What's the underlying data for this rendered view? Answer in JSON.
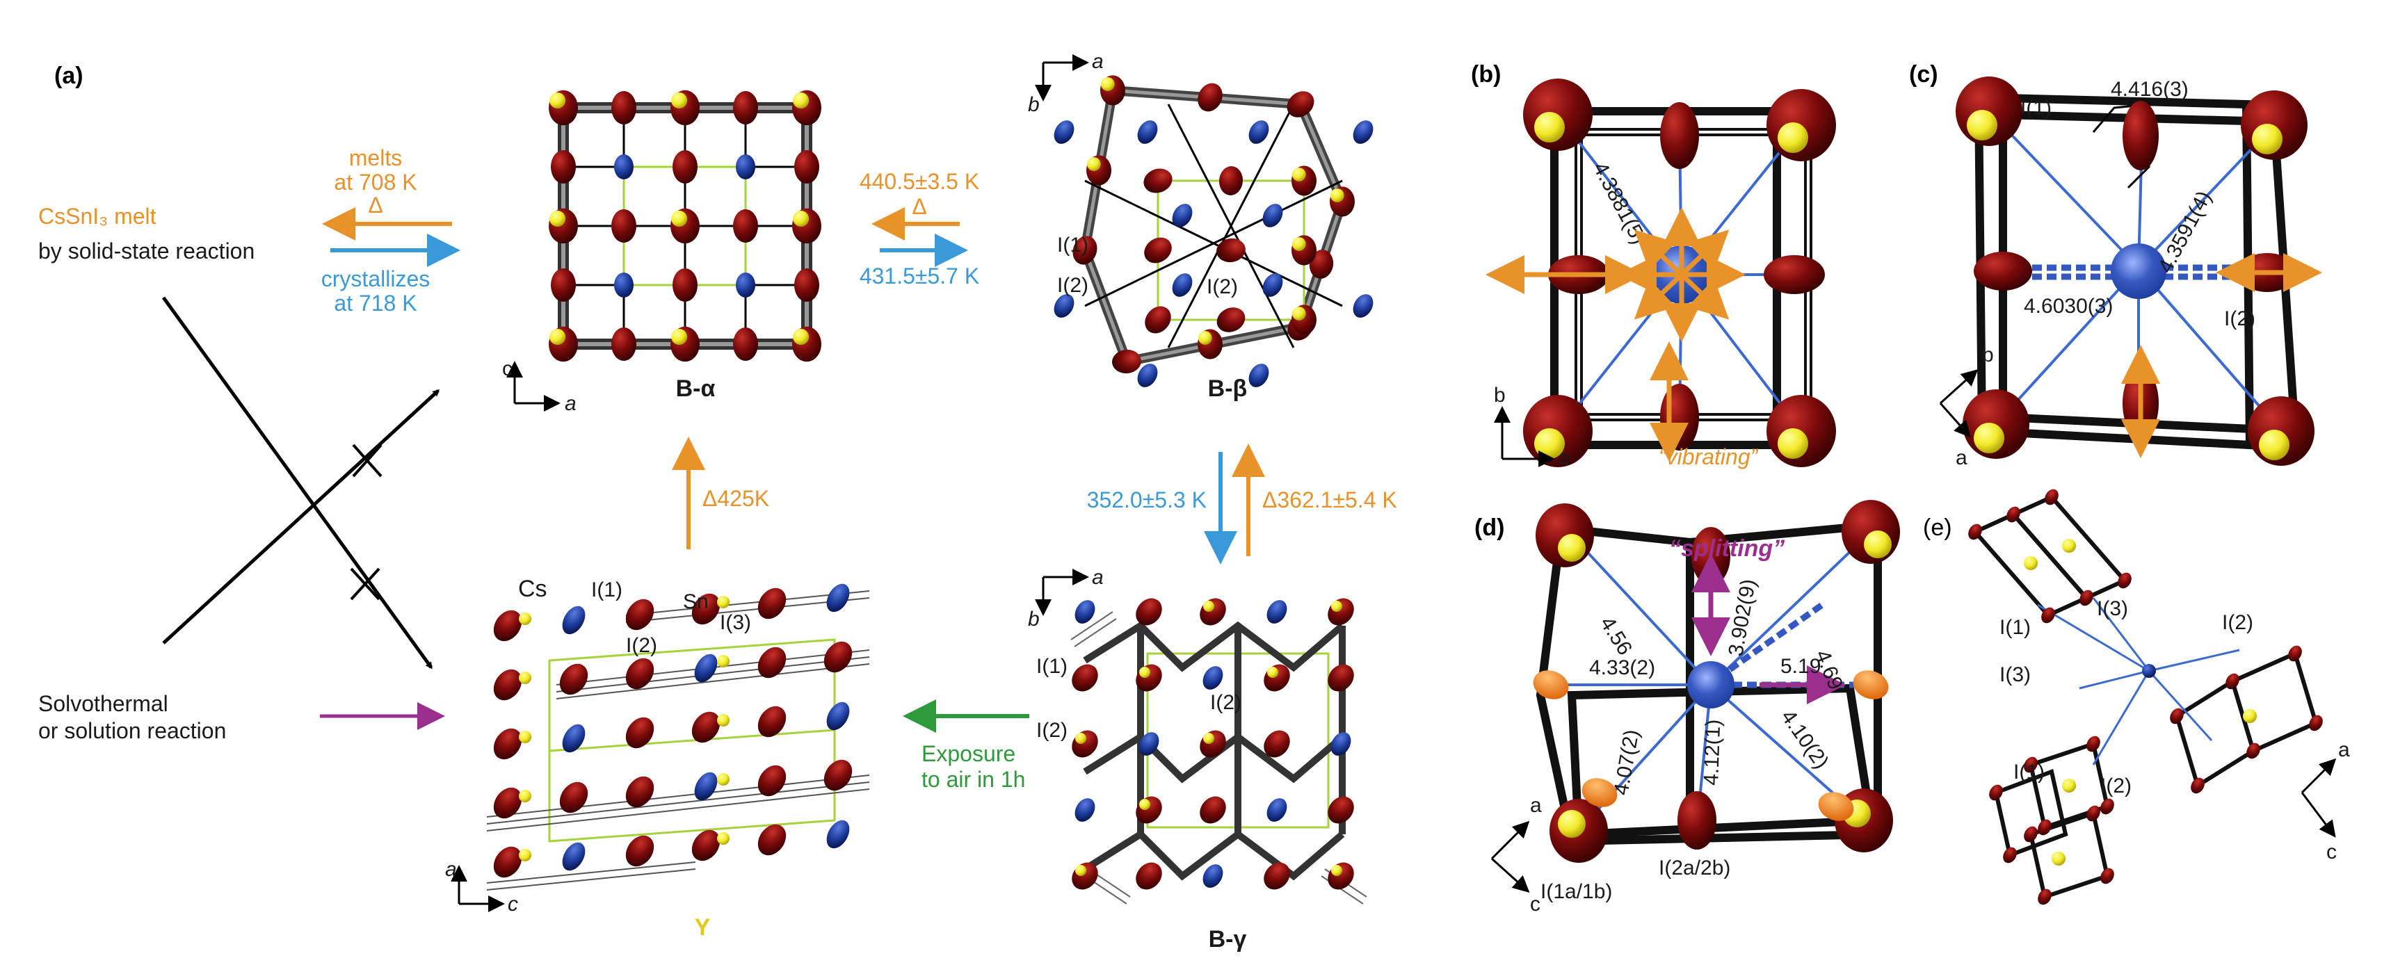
{
  "panels": {
    "a": "(a)",
    "b": "(b)",
    "c": "(c)",
    "d": "(d)",
    "e": "(e)"
  },
  "left": {
    "melt": "CsSnI₃ melt",
    "solid_state": "by solid-state reaction",
    "melts_l1": "melts",
    "melts_l2": "at 708 K",
    "delta": "Δ",
    "cryst_l1": "crystallizes",
    "cryst_l2": "at 718 K",
    "solvo_l1": "Solvothermal",
    "solvo_l2": "or solution reaction"
  },
  "phases": {
    "alpha": "B-α",
    "beta": "B-β",
    "gamma": "B-γ",
    "y": "Y"
  },
  "transitions": {
    "ab_up": "440.5±3.5 K",
    "ab_delta": "Δ",
    "ab_down": "431.5±5.7 K",
    "y_alpha": "Δ425K",
    "bg_down": "352.0±5.3 K",
    "bg_up": "Δ362.1±5.4 K",
    "exposure_l1": "Exposure",
    "exposure_l2": "to air in 1h"
  },
  "atom_labels": {
    "cs": "Cs",
    "i1": "I(1)",
    "sn": "Sn",
    "i3": "I(3)",
    "i2": "I(2)",
    "beta_i1": "I(1)",
    "beta_i2a": "I(2)",
    "beta_i2b": "I(2)",
    "gamma_i1": "I(1)",
    "gamma_i2a": "I(2)",
    "gamma_i2b": "I(2)"
  },
  "axes": {
    "a": "a",
    "b": "b",
    "c": "c"
  },
  "panel_b": {
    "d1": "4.3881(5)",
    "note": "“vibrating”"
  },
  "panel_c": {
    "i1": "I(1)",
    "d1": "4.416(3)",
    "d2": "4.3591(4)",
    "d3": "4.6030(3)",
    "i2": "I(2)"
  },
  "panel_d": {
    "note": "“splitting”",
    "d1": "4.56",
    "d2": "3.902(9)",
    "d3": "4.69",
    "d4": "4.33(2)",
    "d5": "5.19",
    "d6": "4.07(2)",
    "d7": "4.12(1)",
    "d8": "4.10(2)",
    "i2ab": "I(2a/2b)",
    "i1ab": "I(1a/1b)"
  },
  "panel_e": {
    "i1a": "I(1)",
    "i3a": "I(3)",
    "i2a": "I(2)",
    "i3b": "I(3)",
    "i2b": "I(2)",
    "i1b": "I(1)"
  },
  "colors": {
    "iodine": "#7a0a0a",
    "tin": "#f2ea2a",
    "cesium": "#1d3c9c",
    "orange": "#e8922a",
    "blue": "#3a9ad9",
    "green": "#2e9a3c",
    "purple": "#9b2f8e"
  }
}
